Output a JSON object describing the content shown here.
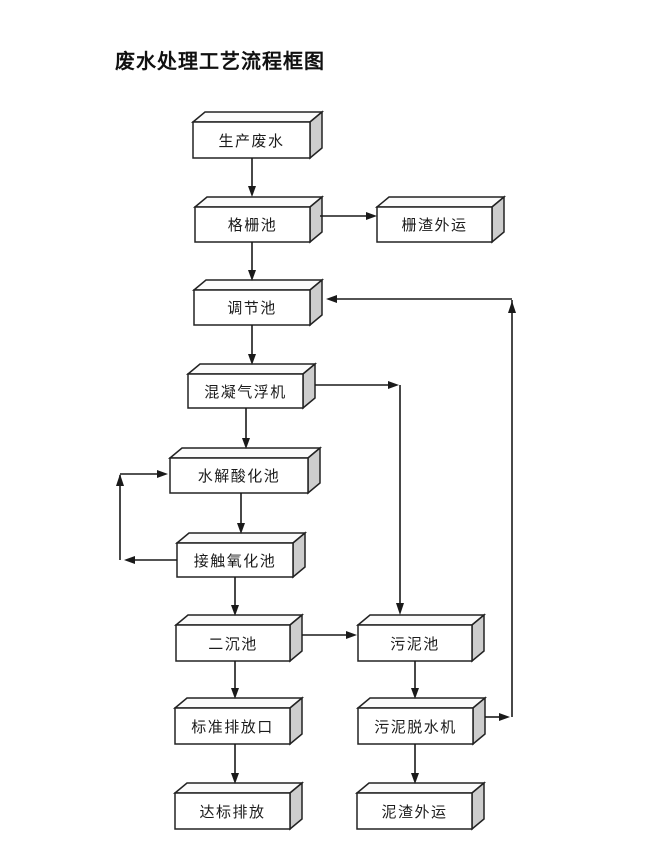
{
  "page": {
    "title": "废水处理工艺流程框图",
    "background": "#ffffff"
  },
  "diagram": {
    "type": "flowchart",
    "nodes": [
      {
        "id": "production-wastewater",
        "label": "生产废水"
      },
      {
        "id": "grid-pool",
        "label": "格栅池"
      },
      {
        "id": "grid-residue-transport",
        "label": "栅渣外运"
      },
      {
        "id": "regulating-pool",
        "label": "调节池"
      },
      {
        "id": "coagulation-air-flotation",
        "label": "混凝气浮机"
      },
      {
        "id": "hydrolysis-acidification-pool",
        "label": "水解酸化池"
      },
      {
        "id": "contact-oxidation-pool",
        "label": "接触氧化池"
      },
      {
        "id": "secondary-sedimentation-pool",
        "label": "二沉池"
      },
      {
        "id": "sludge-pool",
        "label": "污泥池"
      },
      {
        "id": "standard-discharge-outlet",
        "label": "标准排放口"
      },
      {
        "id": "sludge-dewatering-machine",
        "label": "污泥脱水机"
      },
      {
        "id": "standard-discharge",
        "label": "达标排放"
      },
      {
        "id": "sludge-residue-transport",
        "label": "泥渣外运"
      }
    ],
    "edges": [
      {
        "from": "production-wastewater",
        "to": "grid-pool"
      },
      {
        "from": "grid-pool",
        "to": "grid-residue-transport"
      },
      {
        "from": "grid-pool",
        "to": "regulating-pool"
      },
      {
        "from": "regulating-pool",
        "to": "coagulation-air-flotation"
      },
      {
        "from": "coagulation-air-flotation",
        "to": "hydrolysis-acidification-pool"
      },
      {
        "from": "coagulation-air-flotation",
        "to": "sludge-pool"
      },
      {
        "from": "hydrolysis-acidification-pool",
        "to": "contact-oxidation-pool"
      },
      {
        "from": "contact-oxidation-pool",
        "to": "hydrolysis-acidification-pool"
      },
      {
        "from": "contact-oxidation-pool",
        "to": "secondary-sedimentation-pool"
      },
      {
        "from": "secondary-sedimentation-pool",
        "to": "sludge-pool"
      },
      {
        "from": "secondary-sedimentation-pool",
        "to": "standard-discharge-outlet"
      },
      {
        "from": "standard-discharge-outlet",
        "to": "standard-discharge"
      },
      {
        "from": "sludge-pool",
        "to": "sludge-dewatering-machine"
      },
      {
        "from": "sludge-dewatering-machine",
        "to": "sludge-residue-transport"
      },
      {
        "from": "sludge-dewatering-machine",
        "to": "regulating-pool"
      }
    ],
    "colors": {
      "line": "#1a1a1a",
      "box_border": "#232323",
      "box_front": "#ffffff",
      "box_top": "#fbfbfb",
      "box_side": "#cdcdcd",
      "text": "#1c1c1c"
    }
  }
}
